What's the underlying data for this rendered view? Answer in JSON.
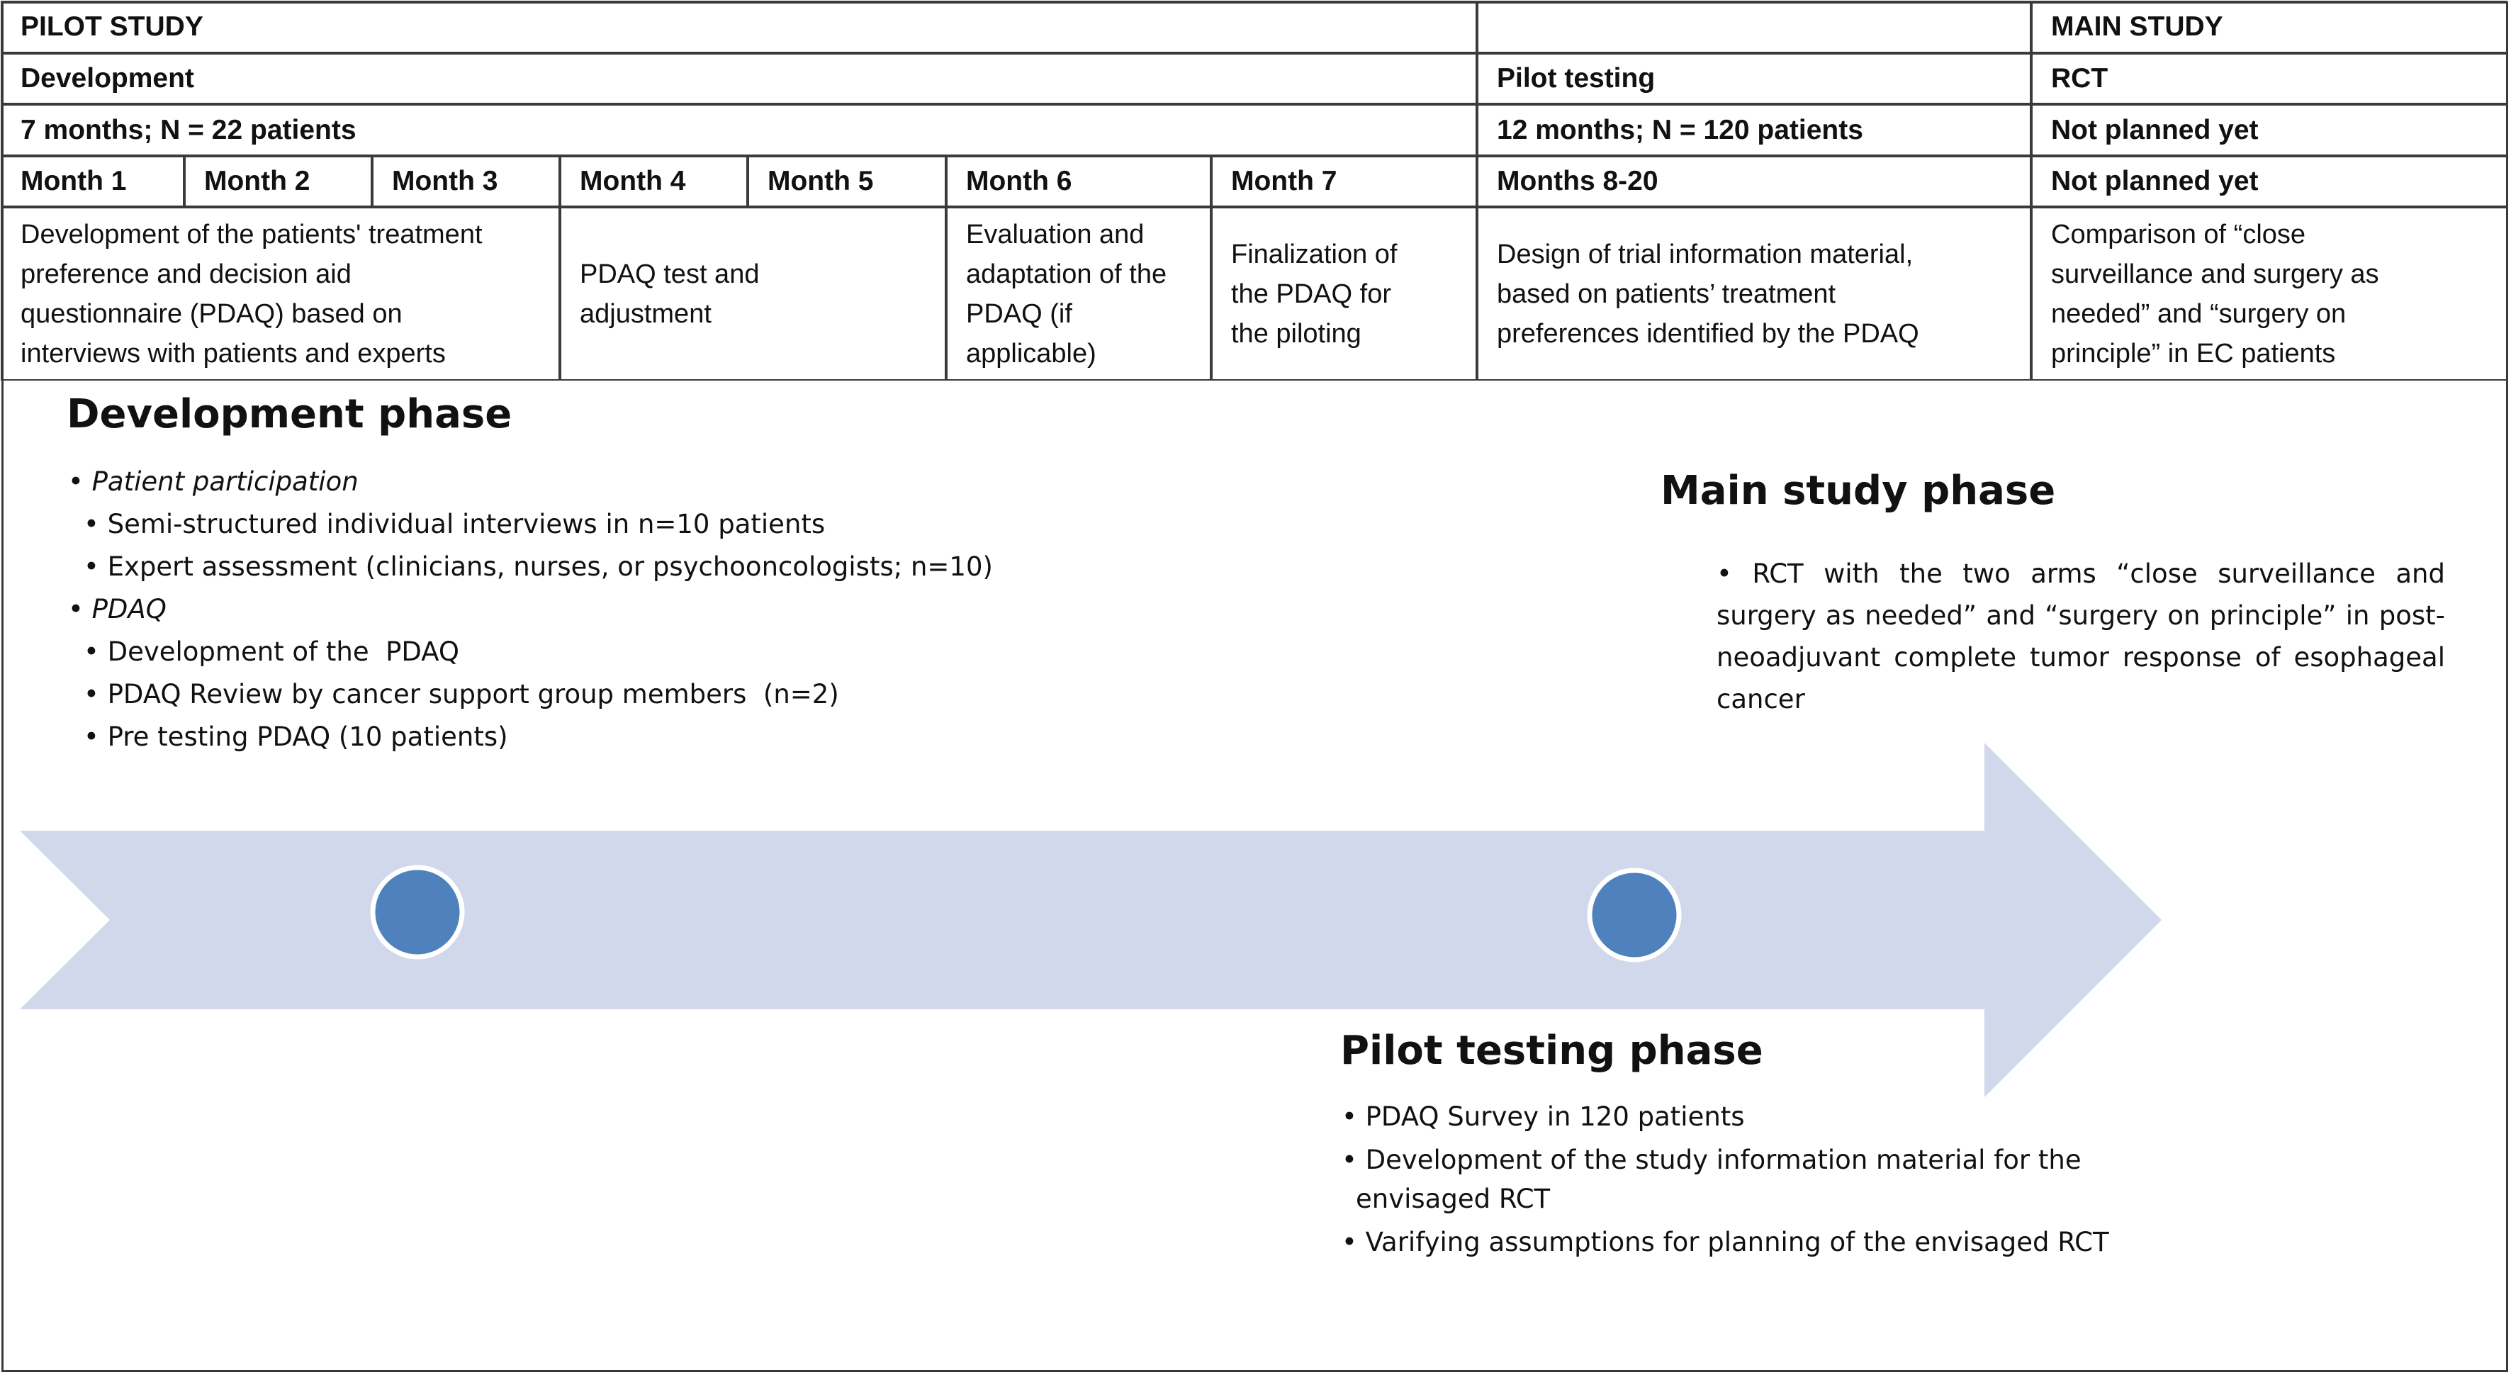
{
  "table": {
    "row1": {
      "pilot_study": "PILOT STUDY",
      "empty": "",
      "main_study": "MAIN STUDY"
    },
    "row2": {
      "development": "Development",
      "pilot_testing": "Pilot testing",
      "rct": "RCT"
    },
    "row3": {
      "dev_duration": "7 months; N = 22 patients",
      "pilot_duration": "12 months; N = 120 patients",
      "rct_duration": "Not planned yet"
    },
    "row4": {
      "months": [
        "Month 1",
        "Month 2",
        "Month 3",
        "Month 4",
        "Month 5",
        "Month 6",
        "Month 7"
      ],
      "pilot_months": "Months 8-20",
      "rct_months": "Not planned yet"
    },
    "row5": {
      "months_1_3": [
        "Development of the patients' treatment",
        "preference and decision aid",
        "questionnaire (PDAQ) based on",
        "interviews with patients and experts"
      ],
      "months_4_5": [
        "PDAQ test and",
        "adjustment"
      ],
      "month_6": [
        "Evaluation and",
        "adaptation of the",
        "PDAQ (if",
        "applicable)"
      ],
      "month_7": [
        "Finalization of",
        "the PDAQ for",
        "the piloting"
      ],
      "pilot": [
        "Design of trial information material,",
        "based on patients’ treatment",
        "preferences identified by the PDAQ"
      ],
      "rct": [
        "Comparison of “close",
        "surveillance and surgery as",
        "needed” and “surgery on",
        "principle” in EC patients"
      ]
    }
  },
  "development_phase": {
    "title": "Development phase",
    "patient_participation": "Patient participation",
    "pp_items": [
      "Semi-structured individual interviews in n=10 patients",
      "Expert assessment (clinicians, nurses, or psychooncologists; n=10)"
    ],
    "pdaq": "PDAQ",
    "pdaq_items": [
      "Development of the  PDAQ",
      "PDAQ Review by cancer support group members  (n=2)",
      "Pre testing PDAQ (10 patients)"
    ]
  },
  "main_study_phase": {
    "title": "Main study phase",
    "text": "RCT with the two arms “close surveillance and surgery as needed” and “surgery on principle” in post-neoadjuvant complete tumor response of esophageal cancer"
  },
  "pilot_testing_phase": {
    "title": "Pilot testing phase",
    "items": [
      "PDAQ Survey in 120 patients",
      "Development of the study information material for the envisaged RCT",
      "Varifying assumptions for planning of the envisaged RCT"
    ]
  },
  "colors": {
    "arrow": "#d2d8ec",
    "marker_fill": "#4f81bd",
    "marker_stroke": "#ffffff",
    "border": "#3a3a3a"
  }
}
